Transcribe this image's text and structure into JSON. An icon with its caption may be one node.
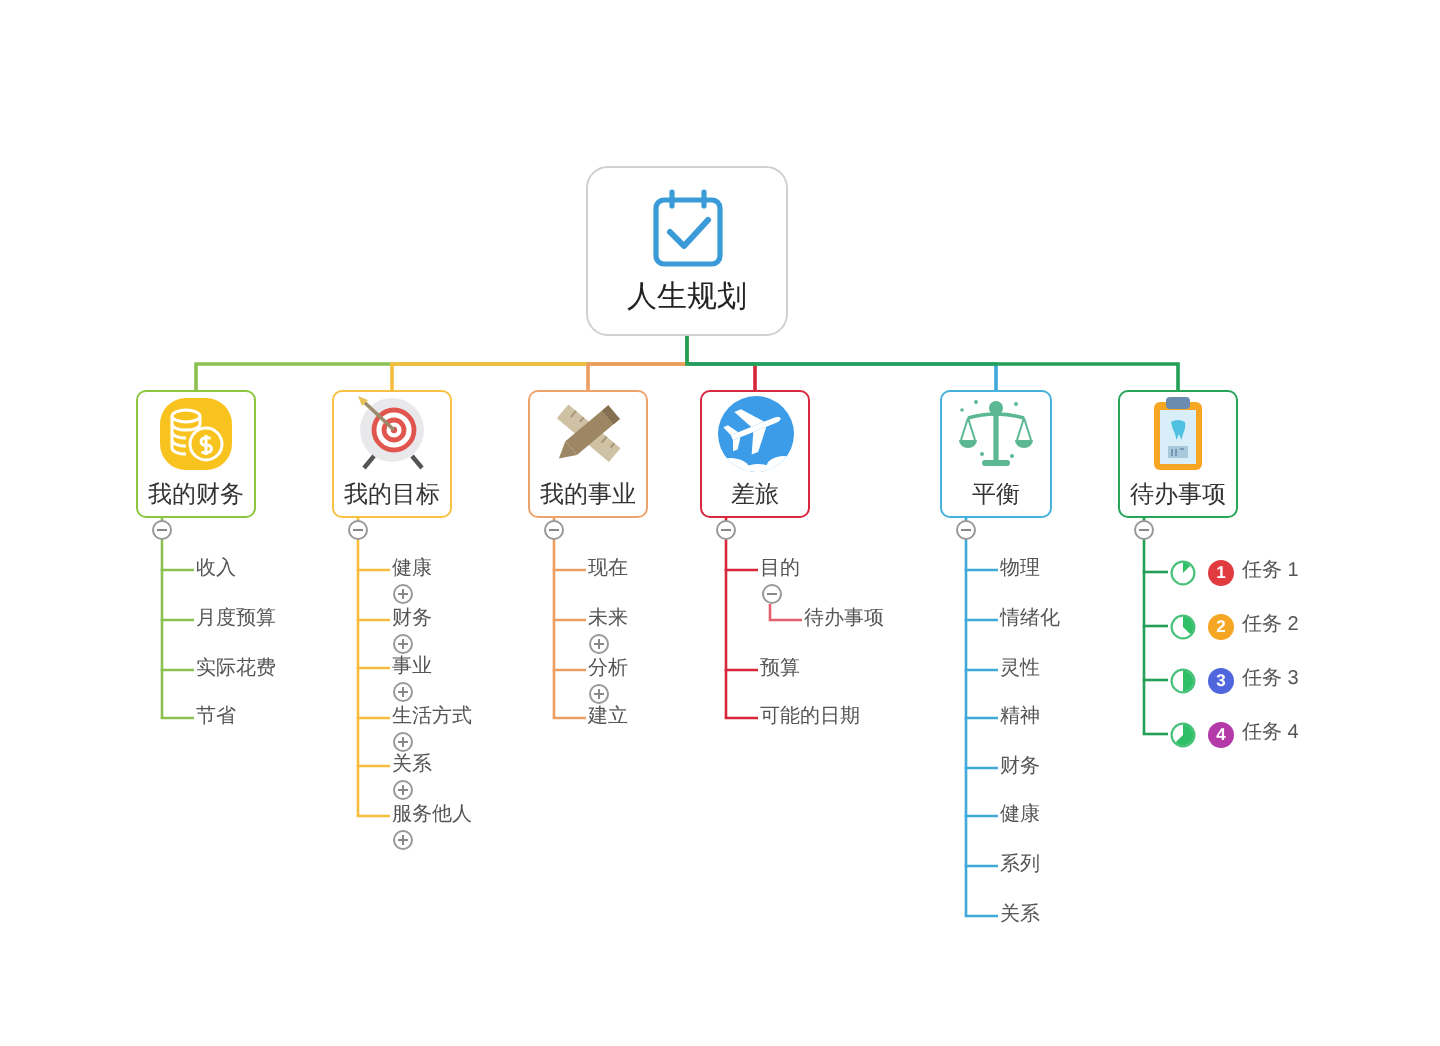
{
  "diagram": {
    "nodes": [
      {
        "text": [
          "人生规划"
        ]
      },
      {
        "text": [
          "我的财务"
        ]
      },
      {
        "text": [
          "我的目标"
        ]
      },
      {
        "text": [
          "我的事业"
        ]
      },
      {
        "text": [
          "差旅"
        ]
      },
      {
        "text": [
          "平衡"
        ]
      },
      {
        "text": [
          "待办事项"
        ]
      },
      {
        "text": [
          "收入"
        ]
      },
      {
        "text": [
          "月度预算"
        ]
      },
      {
        "text": [
          "实际花费"
        ]
      },
      {
        "text": [
          "节省"
        ]
      },
      {
        "text": [
          "健康"
        ]
      },
      {
        "text": [
          "财务"
        ]
      },
      {
        "text": [
          "事业"
        ]
      },
      {
        "text": [
          "生活方式"
        ]
      },
      {
        "text": [
          "关系"
        ]
      },
      {
        "text": [
          "服务他人"
        ]
      },
      {
        "text": [
          "现在"
        ]
      },
      {
        "text": [
          "未来"
        ]
      },
      {
        "text": [
          "分析"
        ]
      },
      {
        "text": [
          "建立"
        ]
      },
      {
        "text": [
          "目的"
        ]
      },
      {
        "text": [
          "待办事项"
        ]
      },
      {
        "text": [
          "预算"
        ]
      },
      {
        "text": [
          "可能的日期"
        ]
      },
      {
        "text": [
          "物理"
        ]
      },
      {
        "text": [
          "情绪化"
        ]
      },
      {
        "text": [
          "灵性"
        ]
      },
      {
        "text": [
          "精神"
        ]
      },
      {
        "text": [
          "财务"
        ]
      },
      {
        "text": [
          "健康"
        ]
      },
      {
        "text": [
          "系列"
        ]
      },
      {
        "text": [
          "关系"
        ]
      },
      {
        "text": [
          "1",
          "任务 1"
        ]
      },
      {
        "text": [
          "2",
          "任务 2"
        ]
      },
      {
        "text": [
          "3",
          "任务 3"
        ]
      },
      {
        "text": [
          "4",
          "任务 4"
        ]
      }
    ],
    "edges": [
      {
        "from": 0,
        "to": 1,
        "arrow": "none",
        "color": "#8cc152"
      },
      {
        "from": 0,
        "to": 2,
        "arrow": "none",
        "color": "#f5bd3c"
      },
      {
        "from": 0,
        "to": 3,
        "arrow": "none",
        "color": "#eb9e5f"
      },
      {
        "from": 0,
        "to": 4,
        "arrow": "none",
        "color": "#d8263b"
      },
      {
        "from": 0,
        "to": 5,
        "arrow": "none",
        "color": "#3fa9d9"
      },
      {
        "from": 0,
        "to": 6,
        "arrow": "none",
        "color": "#22a055"
      },
      {
        "from": 1,
        "to": 7,
        "arrow": "none",
        "color": "#8cc152"
      },
      {
        "from": 1,
        "to": 8,
        "arrow": "none",
        "color": "#8cc152"
      },
      {
        "from": 1,
        "to": 9,
        "arrow": "none",
        "color": "#8cc152"
      },
      {
        "from": 1,
        "to": 10,
        "arrow": "none",
        "color": "#8cc152"
      },
      {
        "from": 2,
        "to": 11,
        "arrow": "none",
        "color": "#f5bd3c"
      },
      {
        "from": 2,
        "to": 12,
        "arrow": "none",
        "color": "#f5bd3c"
      },
      {
        "from": 2,
        "to": 13,
        "arrow": "none",
        "color": "#f5bd3c"
      },
      {
        "from": 2,
        "to": 14,
        "arrow": "none",
        "color": "#f5bd3c"
      },
      {
        "from": 2,
        "to": 15,
        "arrow": "none",
        "color": "#f5bd3c"
      },
      {
        "from": 2,
        "to": 16,
        "arrow": "none",
        "color": "#f5bd3c"
      },
      {
        "from": 3,
        "to": 17,
        "arrow": "none",
        "color": "#eb9e5f"
      },
      {
        "from": 3,
        "to": 18,
        "arrow": "none",
        "color": "#eb9e5f"
      },
      {
        "from": 3,
        "to": 19,
        "arrow": "none",
        "color": "#eb9e5f"
      },
      {
        "from": 3,
        "to": 20,
        "arrow": "none",
        "color": "#eb9e5f"
      },
      {
        "from": 4,
        "to": 21,
        "arrow": "none",
        "color": "#d8263b"
      },
      {
        "from": 21,
        "to": 22,
        "arrow": "none",
        "color": "#e4606f"
      },
      {
        "from": 4,
        "to": 23,
        "arrow": "none",
        "color": "#d8263b"
      },
      {
        "from": 4,
        "to": 24,
        "arrow": "none",
        "color": "#d8263b"
      },
      {
        "from": 5,
        "to": 25,
        "arrow": "none",
        "color": "#3fa9d9"
      },
      {
        "from": 5,
        "to": 26,
        "arrow": "none",
        "color": "#3fa9d9"
      },
      {
        "from": 5,
        "to": 27,
        "arrow": "none",
        "color": "#3fa9d9"
      },
      {
        "from": 5,
        "to": 28,
        "arrow": "none",
        "color": "#3fa9d9"
      },
      {
        "from": 5,
        "to": 29,
        "arrow": "none",
        "color": "#3fa9d9"
      },
      {
        "from": 5,
        "to": 30,
        "arrow": "none",
        "color": "#3fa9d9"
      },
      {
        "from": 5,
        "to": 31,
        "arrow": "none",
        "color": "#3fa9d9"
      },
      {
        "from": 5,
        "to": 32,
        "arrow": "none",
        "color": "#3fa9d9"
      },
      {
        "from": 6,
        "to": 33,
        "arrow": "none",
        "color": "#22a055"
      },
      {
        "from": 6,
        "to": 34,
        "arrow": "none",
        "color": "#22a055"
      },
      {
        "from": 6,
        "to": 35,
        "arrow": "none",
        "color": "#22a055"
      },
      {
        "from": 6,
        "to": 36,
        "arrow": "none",
        "color": "#22a055"
      }
    ]
  }
}
